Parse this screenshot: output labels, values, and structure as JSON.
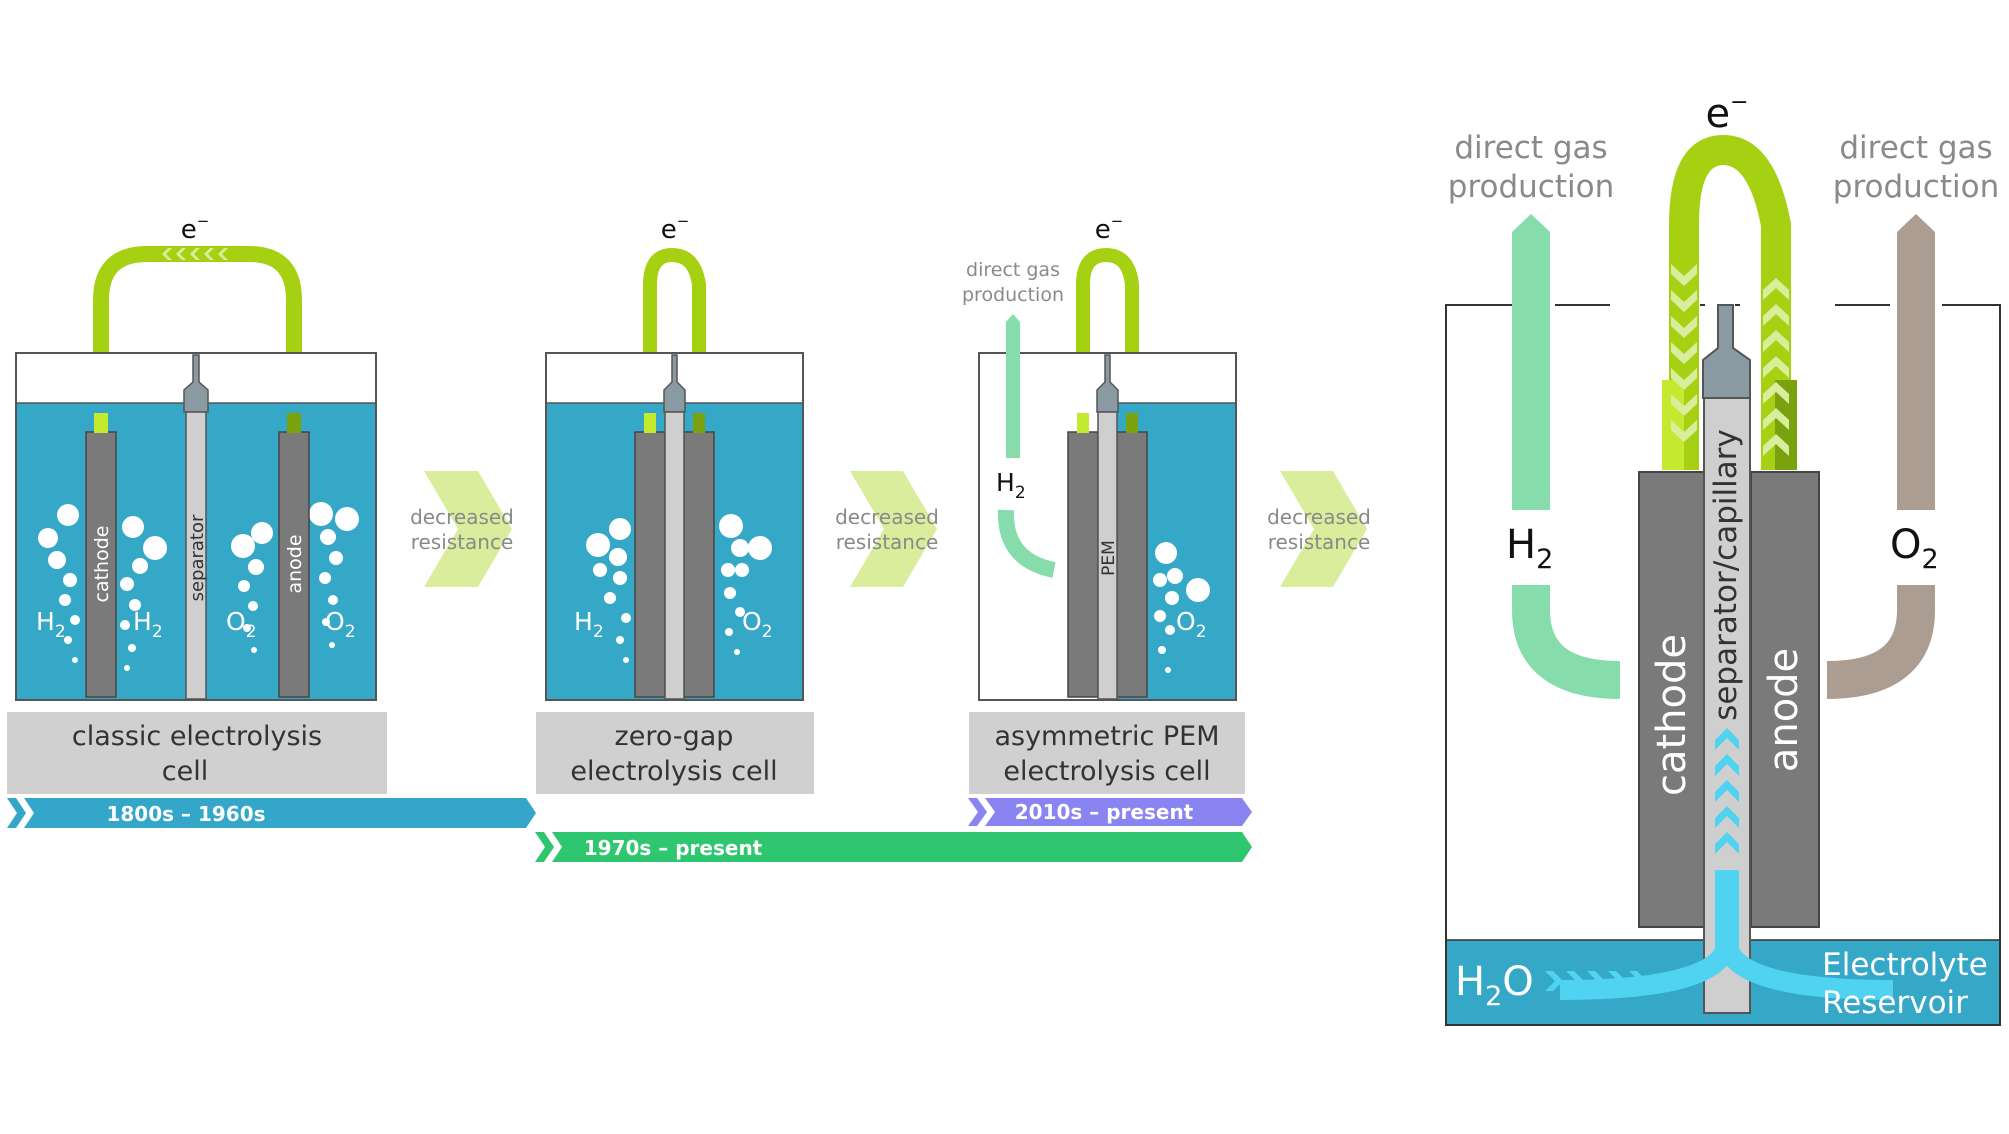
{
  "colors": {
    "electrolyte": "#35a8c7",
    "electrode": "#7a7a7a",
    "separator": "#cfcfcf",
    "cap": "#8a9aa2",
    "wire": "#a6d112",
    "wire_light": "#c3ea2e",
    "wire_dark": "#7aa10e",
    "label_box": "#d0d0d0",
    "timeline_blue": "#33a6c9",
    "timeline_green": "#2ec76f",
    "timeline_purple": "#8a84f2",
    "h2_gas": "#86dcab",
    "o2_gas": "#ab9d91",
    "arrow_chevron": "#d9ed9c",
    "text_gray": "#8a8a8a",
    "water_arrow": "#4fd3f0"
  },
  "cells": {
    "classic": {
      "electron": "e",
      "electron_sup": "−",
      "cathode_label": "cathode",
      "anode_label": "anode",
      "separator_label": "separator",
      "gas_left_1": "H",
      "gas_left_1_sub": "2",
      "gas_left_2": "H",
      "gas_left_2_sub": "2",
      "gas_right_1": "O",
      "gas_right_1_sub": "2",
      "gas_right_2": "O",
      "gas_right_2_sub": "2",
      "title_line1": "classic electrolysis",
      "title_line2": "cell"
    },
    "zero_gap": {
      "electron": "e",
      "electron_sup": "−",
      "gas_left": "H",
      "gas_left_sub": "2",
      "gas_right": "O",
      "gas_right_sub": "2",
      "title_line1": "zero-gap",
      "title_line2": "electrolysis cell"
    },
    "pem": {
      "electron": "e",
      "electron_sup": "−",
      "direct_line1": "direct gas",
      "direct_line2": "production",
      "gas_left": "H",
      "gas_left_sub": "2",
      "gas_right": "O",
      "gas_right_sub": "2",
      "pem_label": "PEM",
      "title_line1": "asymmetric PEM",
      "title_line2": "electrolysis cell"
    },
    "capillary": {
      "electron": "e",
      "electron_sup": "−",
      "direct_left_line1": "direct gas",
      "direct_left_line2": "production",
      "direct_right_line1": "direct gas",
      "direct_right_line2": "production",
      "gas_left": "H",
      "gas_left_sub": "2",
      "gas_right": "O",
      "gas_right_sub": "2",
      "cathode_label": "cathode",
      "anode_label": "anode",
      "separator_label": "separator/capillary",
      "water": "H",
      "water_sub": "2",
      "water_suffix": "O",
      "reservoir_line1": "Electrolyte",
      "reservoir_line2": "Reservoir"
    }
  },
  "arrows": [
    {
      "line1": "decreased",
      "line2": "resistance"
    },
    {
      "line1": "decreased",
      "line2": "resistance"
    },
    {
      "line1": "decreased",
      "line2": "resistance"
    }
  ],
  "timeline": {
    "era1": "1800s – 1960s",
    "era2": "1970s – present",
    "era3": "2010s – present"
  }
}
